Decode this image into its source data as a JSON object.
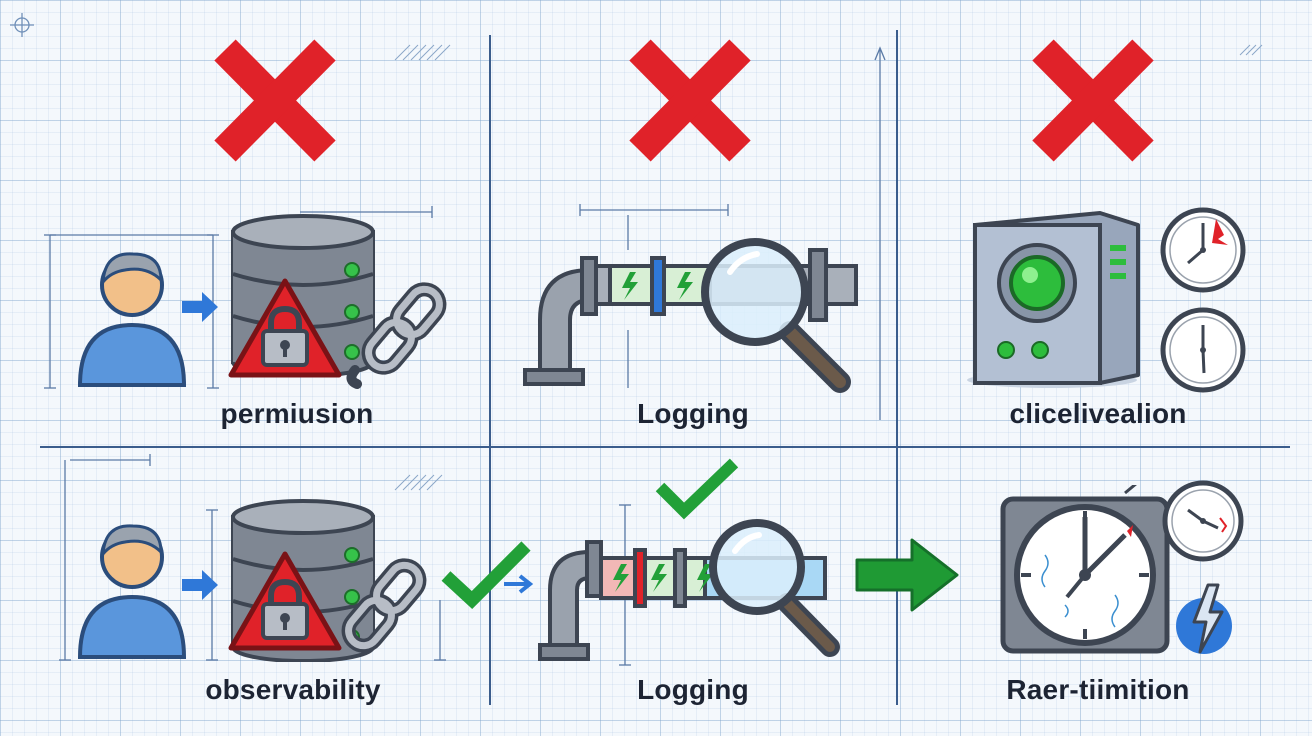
{
  "colors": {
    "cross": "#e02229",
    "check": "#22a038",
    "arrow_blue": "#2f78d8",
    "arrow_green": "#1f9a34",
    "grid_line": "#3b5d8c"
  },
  "top_row": {
    "left": {
      "status_icon": "red-x-icon",
      "icons": [
        "user-icon",
        "arrow-right-icon",
        "database-icon",
        "warning-lock-icon",
        "broken-chain-icon"
      ],
      "label": "permiusion"
    },
    "middle": {
      "status_icon": "red-x-icon",
      "icons": [
        "pipe-icon",
        "magnifier-icon"
      ],
      "label": "Logging"
    },
    "right": {
      "status_icon": "red-x-icon",
      "icons": [
        "server-box-icon",
        "clock-icon",
        "clock-icon"
      ],
      "label": "clicelivealion"
    }
  },
  "bottom_row": {
    "left": {
      "icons": [
        "user-icon",
        "arrow-right-icon",
        "database-icon",
        "warning-lock-icon",
        "chain-icon"
      ],
      "label": "observability"
    },
    "middle": {
      "status_icon": "green-check-icon",
      "icons": [
        "green-check-icon",
        "pipe-icon",
        "magnifier-icon"
      ],
      "label": "Logging"
    },
    "right": {
      "icons": [
        "green-arrow-icon",
        "large-clock-icon",
        "small-clock-icon",
        "lightning-icon"
      ],
      "label": "Raer-tiimition"
    }
  }
}
